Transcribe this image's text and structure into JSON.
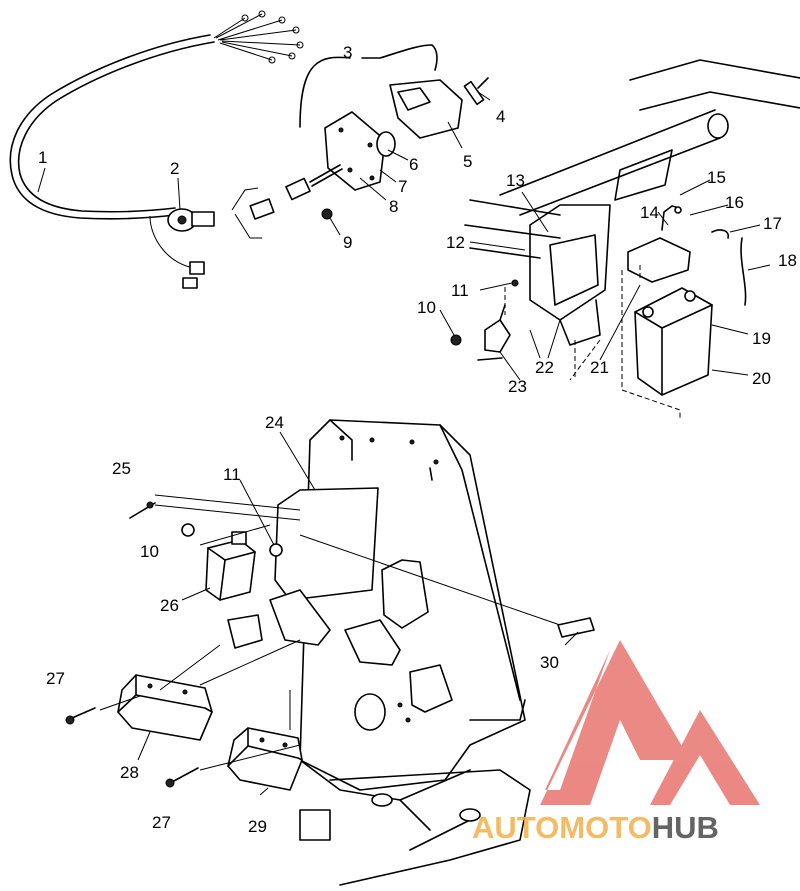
{
  "callouts": [
    "1",
    "2",
    "3",
    "4",
    "5",
    "6",
    "7",
    "8",
    "9",
    "10",
    "11",
    "12",
    "13",
    "14",
    "15",
    "16",
    "17",
    "18",
    "19",
    "20",
    "21",
    "22",
    "23",
    "24",
    "25",
    "10",
    "11",
    "26",
    "27",
    "28",
    "27",
    "29",
    "30"
  ],
  "watermark": {
    "word_part1": "AUTOMOTO",
    "word_part2": "HUB",
    "color_primary": "#e8746e",
    "color_secondary": "#f3b04a",
    "color_dark": "#4a4a4a"
  }
}
